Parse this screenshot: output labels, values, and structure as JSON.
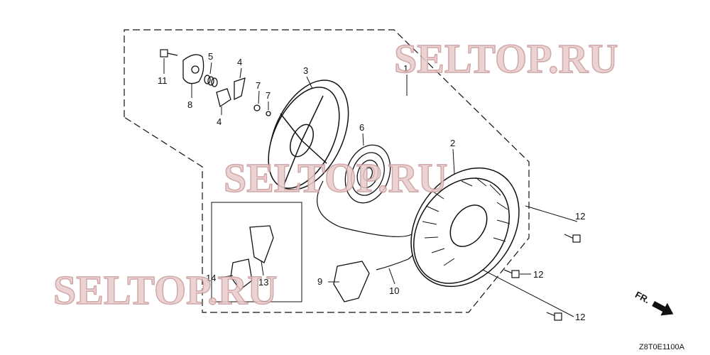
{
  "diagram": {
    "callouts": [
      {
        "id": "11",
        "label": "11"
      },
      {
        "id": "8",
        "label": "8"
      },
      {
        "id": "5",
        "label": "5"
      },
      {
        "id": "4a",
        "label": "4"
      },
      {
        "id": "4b",
        "label": "4"
      },
      {
        "id": "7a",
        "label": "7"
      },
      {
        "id": "7b",
        "label": "7"
      },
      {
        "id": "3",
        "label": "3"
      },
      {
        "id": "6",
        "label": "6"
      },
      {
        "id": "1",
        "label": "1"
      },
      {
        "id": "2",
        "label": "2"
      },
      {
        "id": "12a",
        "label": "12"
      },
      {
        "id": "12b",
        "label": "12"
      },
      {
        "id": "12c",
        "label": "12"
      },
      {
        "id": "14",
        "label": "14"
      },
      {
        "id": "13",
        "label": "13"
      },
      {
        "id": "9",
        "label": "9"
      },
      {
        "id": "10",
        "label": "10"
      }
    ],
    "direction_label": "FR.",
    "figure_code": "Z8T0E1100A",
    "watermarks": [
      "SELTOP.RU",
      "SELTOP.RU",
      "SELTOP.RU"
    ],
    "line_color": "#111111",
    "watermark_color": "#e9cccc"
  }
}
